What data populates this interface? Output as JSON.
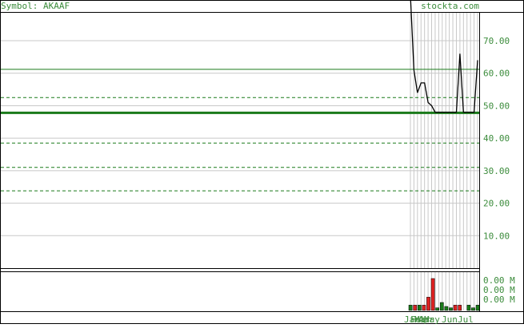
{
  "header": {
    "symbol_text": "Symbol: AKAAF",
    "site": "stockta.com"
  },
  "colors": {
    "frame": "#000000",
    "grid": "#c8c8c8",
    "level": "#1a7a1a",
    "label": "#3c8c3c",
    "price_line": "#000000",
    "volume_up": "#1a7a1a",
    "volume_down": "#dd2222"
  },
  "chart_data": [
    {
      "type": "line",
      "title": "",
      "ylim": [
        0,
        78.6
      ],
      "y_ticks": [
        "10.00",
        "20.00",
        "30.00",
        "40.00",
        "50.00",
        "60.00",
        "70.00"
      ],
      "x_tick_labels": [
        "Jan",
        "Feb",
        "Mar",
        "Apr",
        "May",
        "Jun",
        "Jul"
      ],
      "horizontal_levels": [
        {
          "value": 61.2,
          "style": "solid",
          "weight": "thin"
        },
        {
          "value": 52.5,
          "style": "dashed",
          "weight": "thin"
        },
        {
          "value": 47.8,
          "style": "solid",
          "weight": "thick"
        },
        {
          "value": 38.5,
          "style": "dashed",
          "weight": "thin"
        },
        {
          "value": 31.0,
          "style": "dashed",
          "weight": "thin"
        },
        {
          "value": 23.8,
          "style": "dashed",
          "weight": "thin"
        }
      ],
      "series": [
        {
          "x": [
            0,
            1,
            2,
            3,
            4,
            5,
            6,
            7,
            8,
            9,
            10,
            11,
            12,
            13,
            14,
            15,
            16,
            17,
            18,
            19
          ],
          "values": [
            84,
            61,
            54,
            57,
            57,
            51,
            50,
            48,
            48,
            48,
            48,
            48,
            48,
            48,
            66,
            48,
            48,
            48,
            48,
            64
          ]
        }
      ]
    },
    {
      "type": "bar",
      "title": "",
      "y_tick_labels": [
        "0.00 M",
        "0.00 M",
        "0.00 M"
      ],
      "values": [
        4,
        4,
        4,
        4,
        10,
        24,
        2,
        6,
        3,
        2,
        4,
        4,
        0,
        4,
        2,
        4
      ],
      "directions": [
        "up",
        "down",
        "up",
        "down",
        "down",
        "down",
        "up",
        "up",
        "up",
        "up",
        "down",
        "down",
        "up",
        "up",
        "up",
        "up"
      ]
    }
  ]
}
